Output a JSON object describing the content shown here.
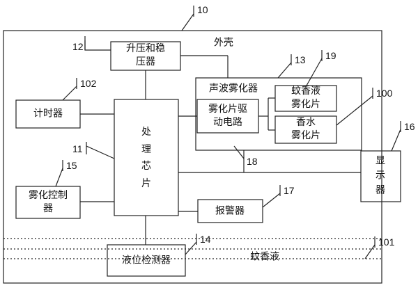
{
  "diagram": {
    "refs": {
      "r10": "10",
      "r12": "12",
      "r13": "13",
      "r19": "19",
      "r102": "102",
      "r100": "100",
      "r16": "16",
      "r11": "11",
      "r15": "15",
      "r18": "18",
      "r17": "17",
      "r14": "14",
      "r101": "101"
    },
    "labels": {
      "housing": "外壳",
      "booster_line1": "升压和稳",
      "booster_line2": "压器",
      "acoustic": "声波雾化器",
      "driver_line1": "雾化片驱",
      "driver_line2": "动电路",
      "mosquito_atom_line1": "蚊香液",
      "mosquito_atom_line2": "雾化片",
      "perfume_atom_line1": "香水",
      "perfume_atom_line2": "雾化片",
      "timer": "计时器",
      "processor": "处理芯片",
      "atom_ctrl_line1": "雾化控制",
      "atom_ctrl_line2": "器",
      "alarm": "报警器",
      "display": "显示器",
      "level_detector": "液位检测器",
      "liquid": "蚊香液"
    }
  }
}
